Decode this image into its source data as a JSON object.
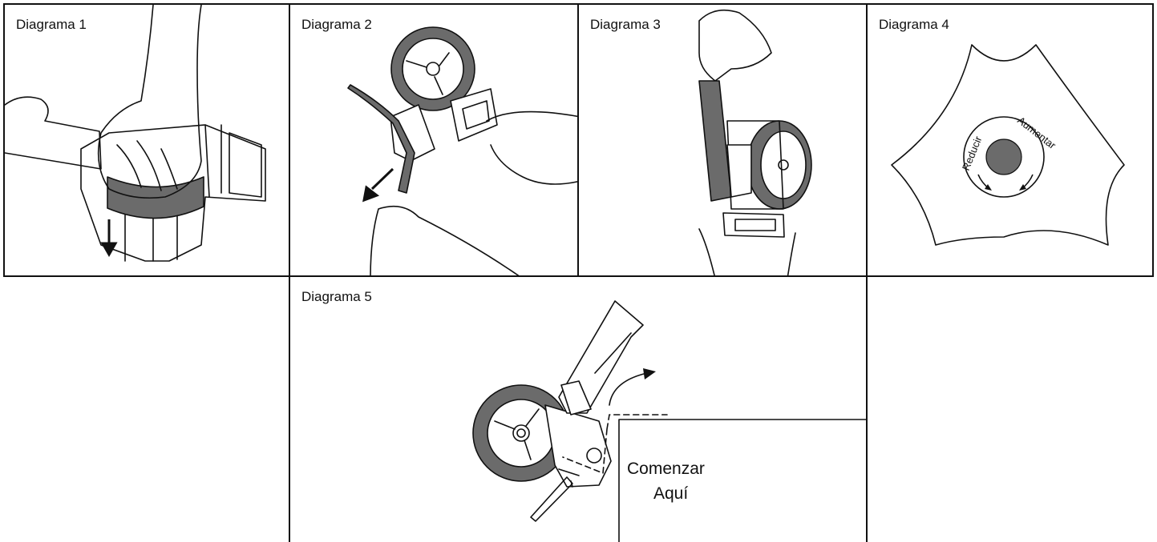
{
  "panels": [
    {
      "label": "Diagrama 1"
    },
    {
      "label": "Diagrama 2"
    },
    {
      "label": "Diagrama 3"
    },
    {
      "label": "Diagrama 4",
      "hub_left_text": "Reducir",
      "hub_right_text": "Aumentar"
    },
    {
      "label": "Diagrama 5",
      "callout_line1": "Comenzar",
      "callout_line2": "Aquí"
    }
  ],
  "colors": {
    "stroke": "#111111",
    "tape": "#6b6b6b",
    "background": "#ffffff"
  }
}
